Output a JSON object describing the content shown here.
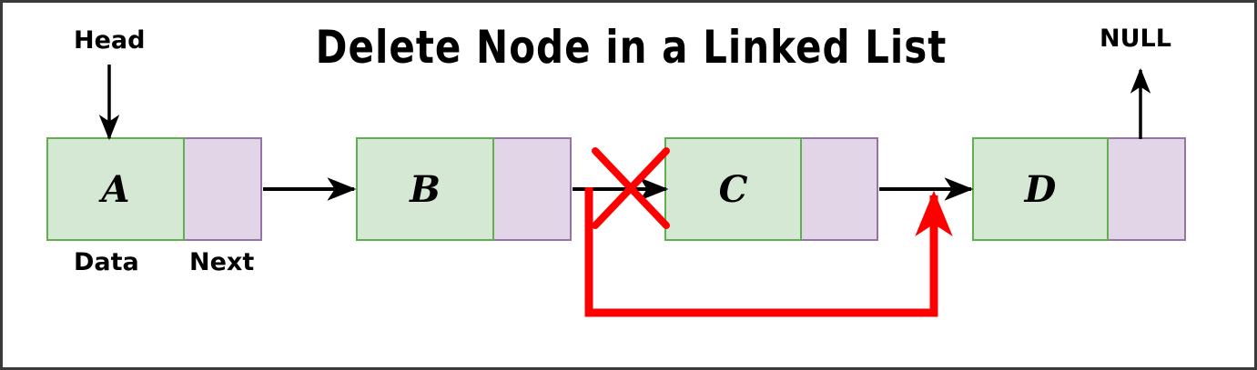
{
  "diagram": {
    "title": "Delete Node in a Linked List",
    "background_color": "#ffffff",
    "border_color": "#3a3a3a",
    "data_cell_color": "#d5e8d4",
    "data_border_color": "#61b050",
    "next_cell_color": "#e1d5e7",
    "next_border_color": "#9673a6",
    "pointer_color": "#000000",
    "delete_color": "#ff0000",
    "nodes": [
      {
        "value": "A",
        "data_label": "Data",
        "next_label": "Next"
      },
      {
        "value": "B"
      },
      {
        "value": "C"
      },
      {
        "value": "D"
      }
    ],
    "annotations": {
      "head": "Head",
      "null": "NULL",
      "data": "Data",
      "next": "Next"
    },
    "deleted_node": "C",
    "redirect_from": "B",
    "redirect_to": "D"
  }
}
